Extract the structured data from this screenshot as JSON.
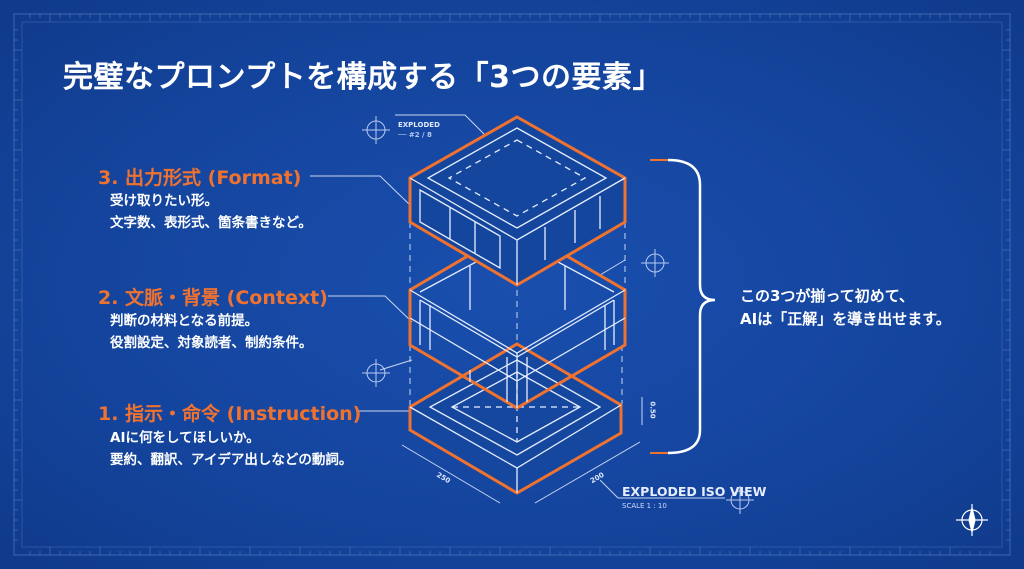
{
  "title": "完璧なプロンプトを構成する「3つの要素」",
  "elements": [
    {
      "label": "3. 出力形式 (Format)",
      "lines": [
        "受け取りたい形。",
        "文字数、表形式、箇条書きなど。"
      ]
    },
    {
      "label": "2. 文脈・背景 (Context)",
      "lines": [
        "判断の材料となる前提。",
        "役割設定、対象読者、制約条件。"
      ]
    },
    {
      "label": "1. 指示・命令 (Instruction)",
      "lines": [
        "AIに何をしてほしいか。",
        "要約、翻訳、アイデア出しなどの動詞。"
      ]
    }
  ],
  "summary": [
    "この3つが揃って初めて、",
    "AIは「正解」を導き出せます。"
  ],
  "drawing": {
    "exploded_tag": "EXPLODED",
    "exploded_sub": "── #2 / 8",
    "view_label": "EXPLODED ISO VIEW",
    "scale_label": "SCALE 1 : 10",
    "dim_left": "250",
    "dim_right": "200",
    "dim_height": "0.50"
  },
  "colors": {
    "background": "#14449d",
    "accent": "#f0722f",
    "line": "#e6eeff"
  }
}
